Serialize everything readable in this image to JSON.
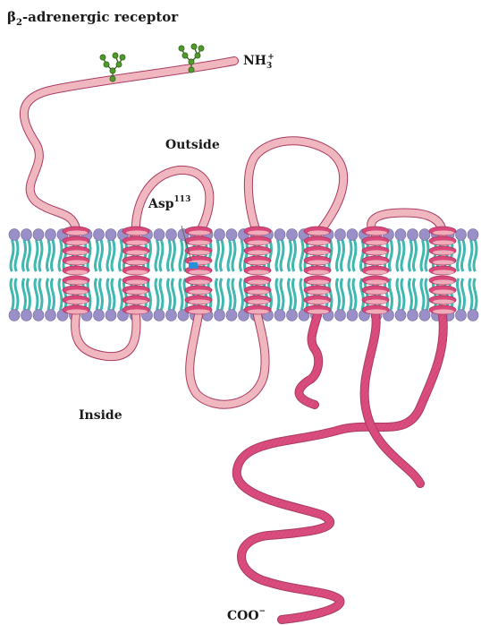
{
  "title": {
    "beta": "β",
    "sub": "2",
    "rest": "-adrenergic receptor"
  },
  "labels": {
    "n_terminus": {
      "base": "NH",
      "sub": "3",
      "sup": "+"
    },
    "outside": "Outside",
    "inside": "Inside",
    "residue": {
      "base": "Asp",
      "sup": "113"
    },
    "c_terminus": {
      "base": "COO",
      "sup": "−"
    }
  },
  "colors": {
    "ribbon_light": "#f2b8c0",
    "ribbon_dark": "#d9487a",
    "ribbon_outline": "#a83a62",
    "lipid_head": "#9a8fc7",
    "lipid_tail": "#3fb8b0",
    "glycan": "#4f9a2a",
    "asp_marker": "#2a8fd6"
  },
  "icons": {
    "glycan": "branched-sugar-icon",
    "helix": "alpha-helix-icon",
    "membrane": "lipid-bilayer-icon",
    "residue_marker": "asp-residue-icon"
  }
}
